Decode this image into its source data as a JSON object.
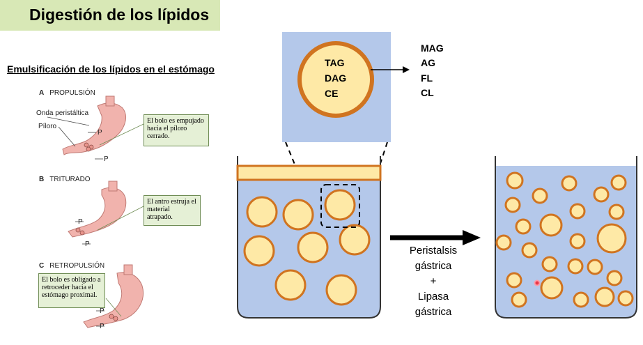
{
  "title": "Digestión de los lípidos",
  "subtitle": "Emulsificación de los lípidos en el estómago",
  "panels": {
    "a": {
      "letter": "A",
      "name": "PROPULSIÓN",
      "wave_label": "Onda peristáltica",
      "pylorus_label": "Píloro",
      "note": "El bolo es empujado hacia el píloro cerrado.",
      "p": "P"
    },
    "b": {
      "letter": "B",
      "name": "TRITURADO",
      "note": "El antro estruja el material atrapado.",
      "p": "P"
    },
    "c": {
      "letter": "C",
      "name": "RETROPULSIÓN",
      "note": "El bolo es obligado a retroceder hacia el estómago proximal.",
      "p": "P"
    }
  },
  "droplet": {
    "lines": [
      "TAG",
      "DAG",
      "CE"
    ]
  },
  "products": [
    "MAG",
    "AG",
    "FL",
    "CL"
  ],
  "process": {
    "line1": "Peristalsis",
    "line2": "gástrica",
    "plus": "+",
    "line3": "Lipasa",
    "line4": "gástrica"
  },
  "colors": {
    "title_bg": "#d8e8b6",
    "liquid": "#b4c8ea",
    "drop_fill": "#fee9a6",
    "drop_stroke": "#d07420",
    "stomach": "#f1b3ad"
  }
}
